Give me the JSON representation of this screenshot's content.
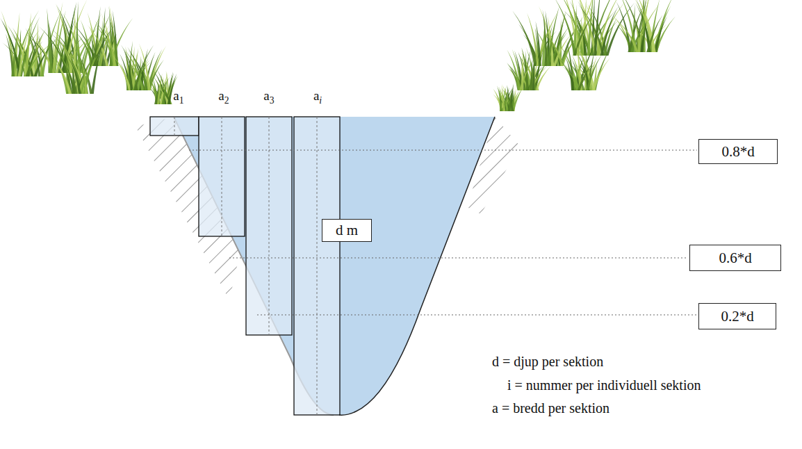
{
  "diagram": {
    "nodes": [
      {
        "text": [
          "0.8*d"
        ]
      },
      {
        "text": [
          "0.6*d"
        ]
      },
      {
        "text": [
          "0.2*d"
        ]
      },
      {
        "text": [
          "d m"
        ]
      }
    ],
    "labels": [
      "a1",
      "a2",
      "a3",
      "ai",
      "d = djup per sektion",
      "i = nummer per individuell sektion",
      "a = bredd per sektion"
    ]
  }
}
